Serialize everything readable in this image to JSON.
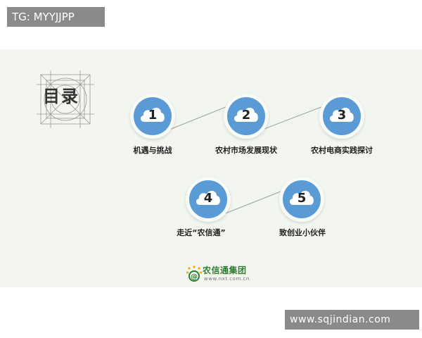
{
  "watermarks": {
    "top": "TG: MYYJJPP",
    "bottom": "www.sqjindian.com"
  },
  "toc": {
    "title": "目录"
  },
  "steps": [
    {
      "number": "1",
      "label": "机遇与挑战"
    },
    {
      "number": "2",
      "label": "农村市场发展现状"
    },
    {
      "number": "3",
      "label": "农村电商实践探讨"
    },
    {
      "number": "4",
      "label": "走近“农信通”"
    },
    {
      "number": "5",
      "label": "致创业小伙伴"
    }
  ],
  "logo": {
    "name": "农信通集团",
    "url": "www.nxt.com.cn"
  },
  "colors": {
    "slide_background": "#f2f6ef",
    "circle_blue": "#5b9bd5",
    "watermark_gray": "#8a8a8a",
    "logo_green": "#2e7d32"
  }
}
